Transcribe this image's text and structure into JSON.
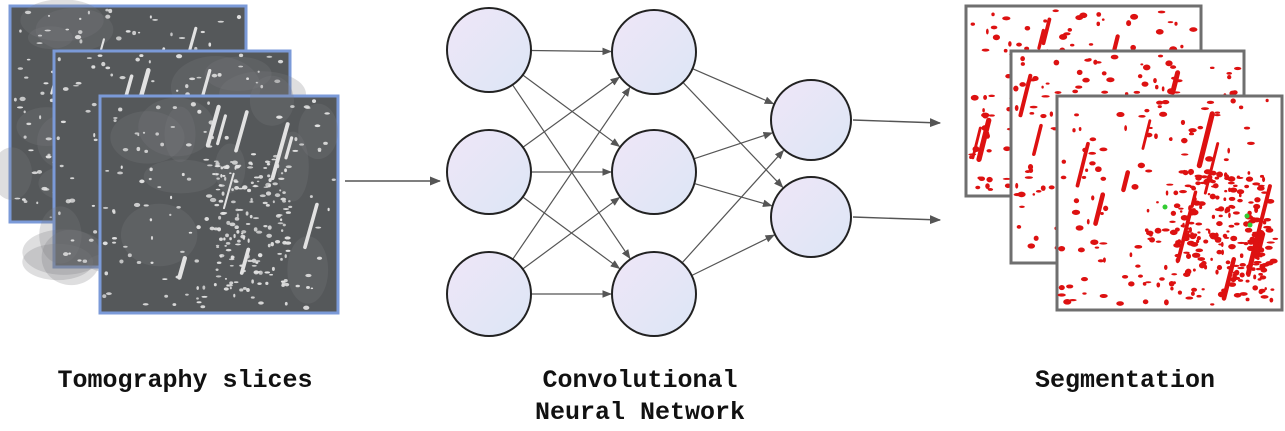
{
  "labels": {
    "tomography": "Tomography slices",
    "cnn_line1": "Convolutional",
    "cnn_line2": "Neural Network",
    "segmentation": "Segmentation"
  },
  "colors": {
    "slice_border": "#7b9ad8",
    "slice_fill": "#55585a",
    "speck_light": "#e2e2e2",
    "seg_border": "#6f6f6f",
    "seg_fill": "#ffffff",
    "seg_red": "#dd1111",
    "seg_green": "#33cc33",
    "node_fill_top": "#efe6f7",
    "node_fill_bottom": "#dce6f6",
    "node_stroke": "#222222",
    "edge": "#555555"
  },
  "network": {
    "layers": [
      3,
      3,
      2
    ],
    "input_arrows": 1,
    "output_arrows": 2
  }
}
